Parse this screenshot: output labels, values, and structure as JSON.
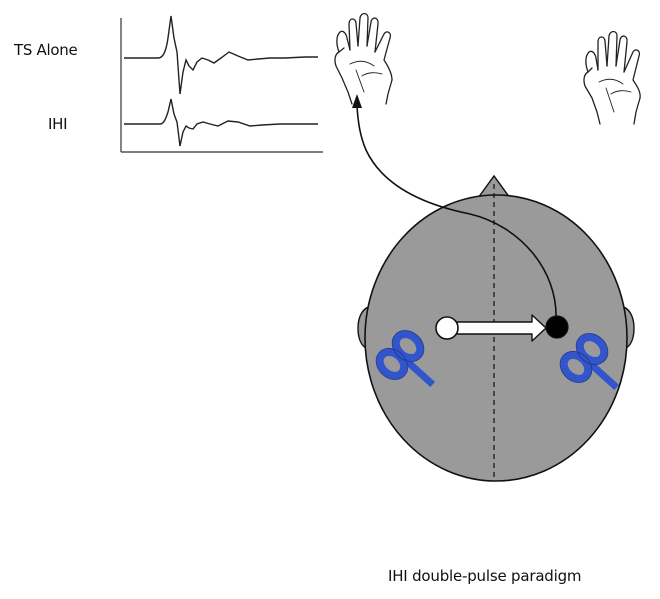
{
  "traces": [
    {
      "label": "TS Alone"
    },
    {
      "label": "IHI"
    }
  ],
  "caption": "IHI double-pulse paradigm",
  "colors": {
    "head_fill": "#9a9a9a",
    "coil": "#3355cc",
    "coil_stroke": "#1f3a9a",
    "stimulus_dot_left": "#ffffff",
    "stimulus_dot_right": "#000000",
    "outline": "#111111"
  },
  "icons": [
    "left-hand-icon",
    "right-hand-icon",
    "tms-coil-icon"
  ]
}
